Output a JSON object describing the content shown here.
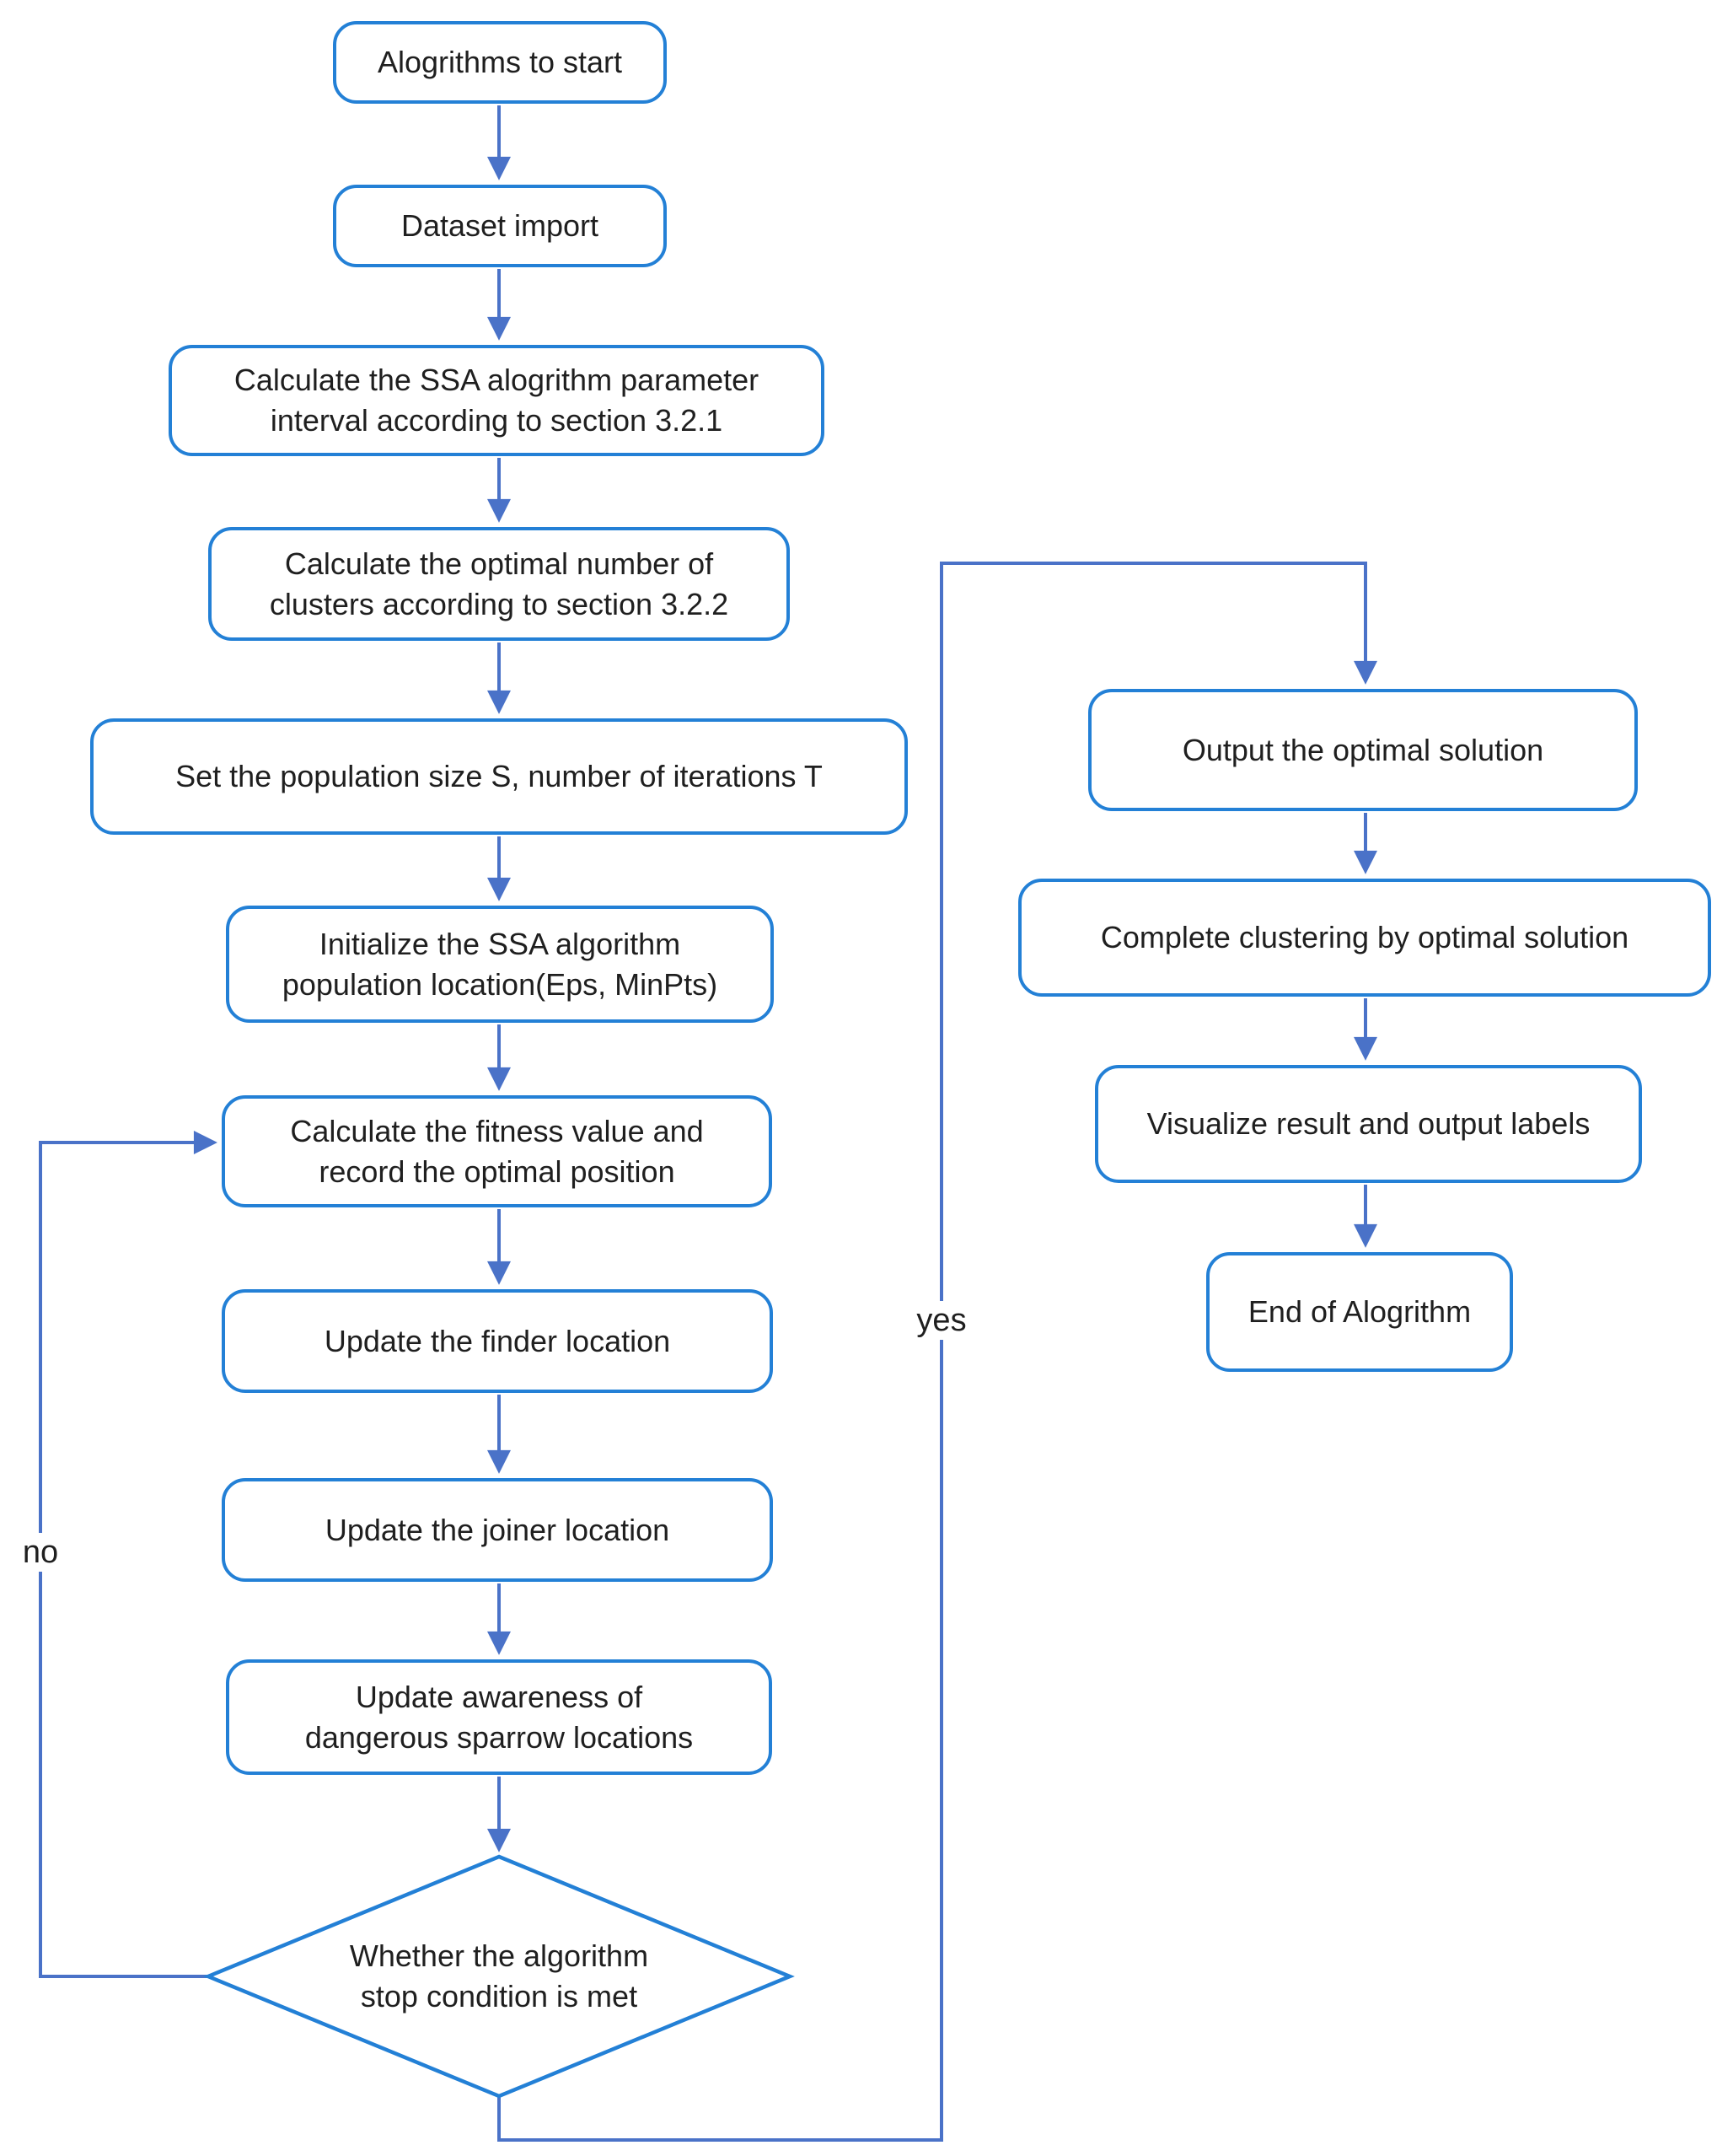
{
  "flowchart": {
    "colors": {
      "node_border": "#2380d6",
      "connector": "#4a72c8",
      "text": "#1f1f1f",
      "background": "#ffffff"
    },
    "nodes": [
      {
        "id": "start",
        "label": "Alogrithms to start"
      },
      {
        "id": "dataset-import",
        "label": "Dataset import"
      },
      {
        "id": "calc-parameter-interval",
        "label": "Calculate the SSA alogrithm parameter interval according to section 3.2.1"
      },
      {
        "id": "calc-optimal-clusters",
        "label": "Calculate the optimal number of clusters according to section 3.2.2"
      },
      {
        "id": "set-population-size",
        "label": "Set the population size S, number of iterations T"
      },
      {
        "id": "initialize-population",
        "label": "Initialize the SSA algorithm population location(Eps, MinPts)"
      },
      {
        "id": "calc-fitness",
        "label": "Calculate the fitness value and record the optimal position"
      },
      {
        "id": "update-finder",
        "label": "Update the finder location"
      },
      {
        "id": "update-joiner",
        "label": "Update the joiner location"
      },
      {
        "id": "update-awareness",
        "label": "Update awareness of dangerous sparrow locations"
      },
      {
        "id": "decision-stop-condition",
        "label": "Whether the algorithm stop condition is met"
      },
      {
        "id": "output-solution",
        "label": "Output the optimal solution"
      },
      {
        "id": "complete-clustering",
        "label": "Complete clustering by optimal solution"
      },
      {
        "id": "visualize-result",
        "label": "Visualize result and output labels"
      },
      {
        "id": "end",
        "label": "End of Alogrithm"
      }
    ],
    "edge_labels": {
      "yes": "yes",
      "no": "no"
    }
  }
}
